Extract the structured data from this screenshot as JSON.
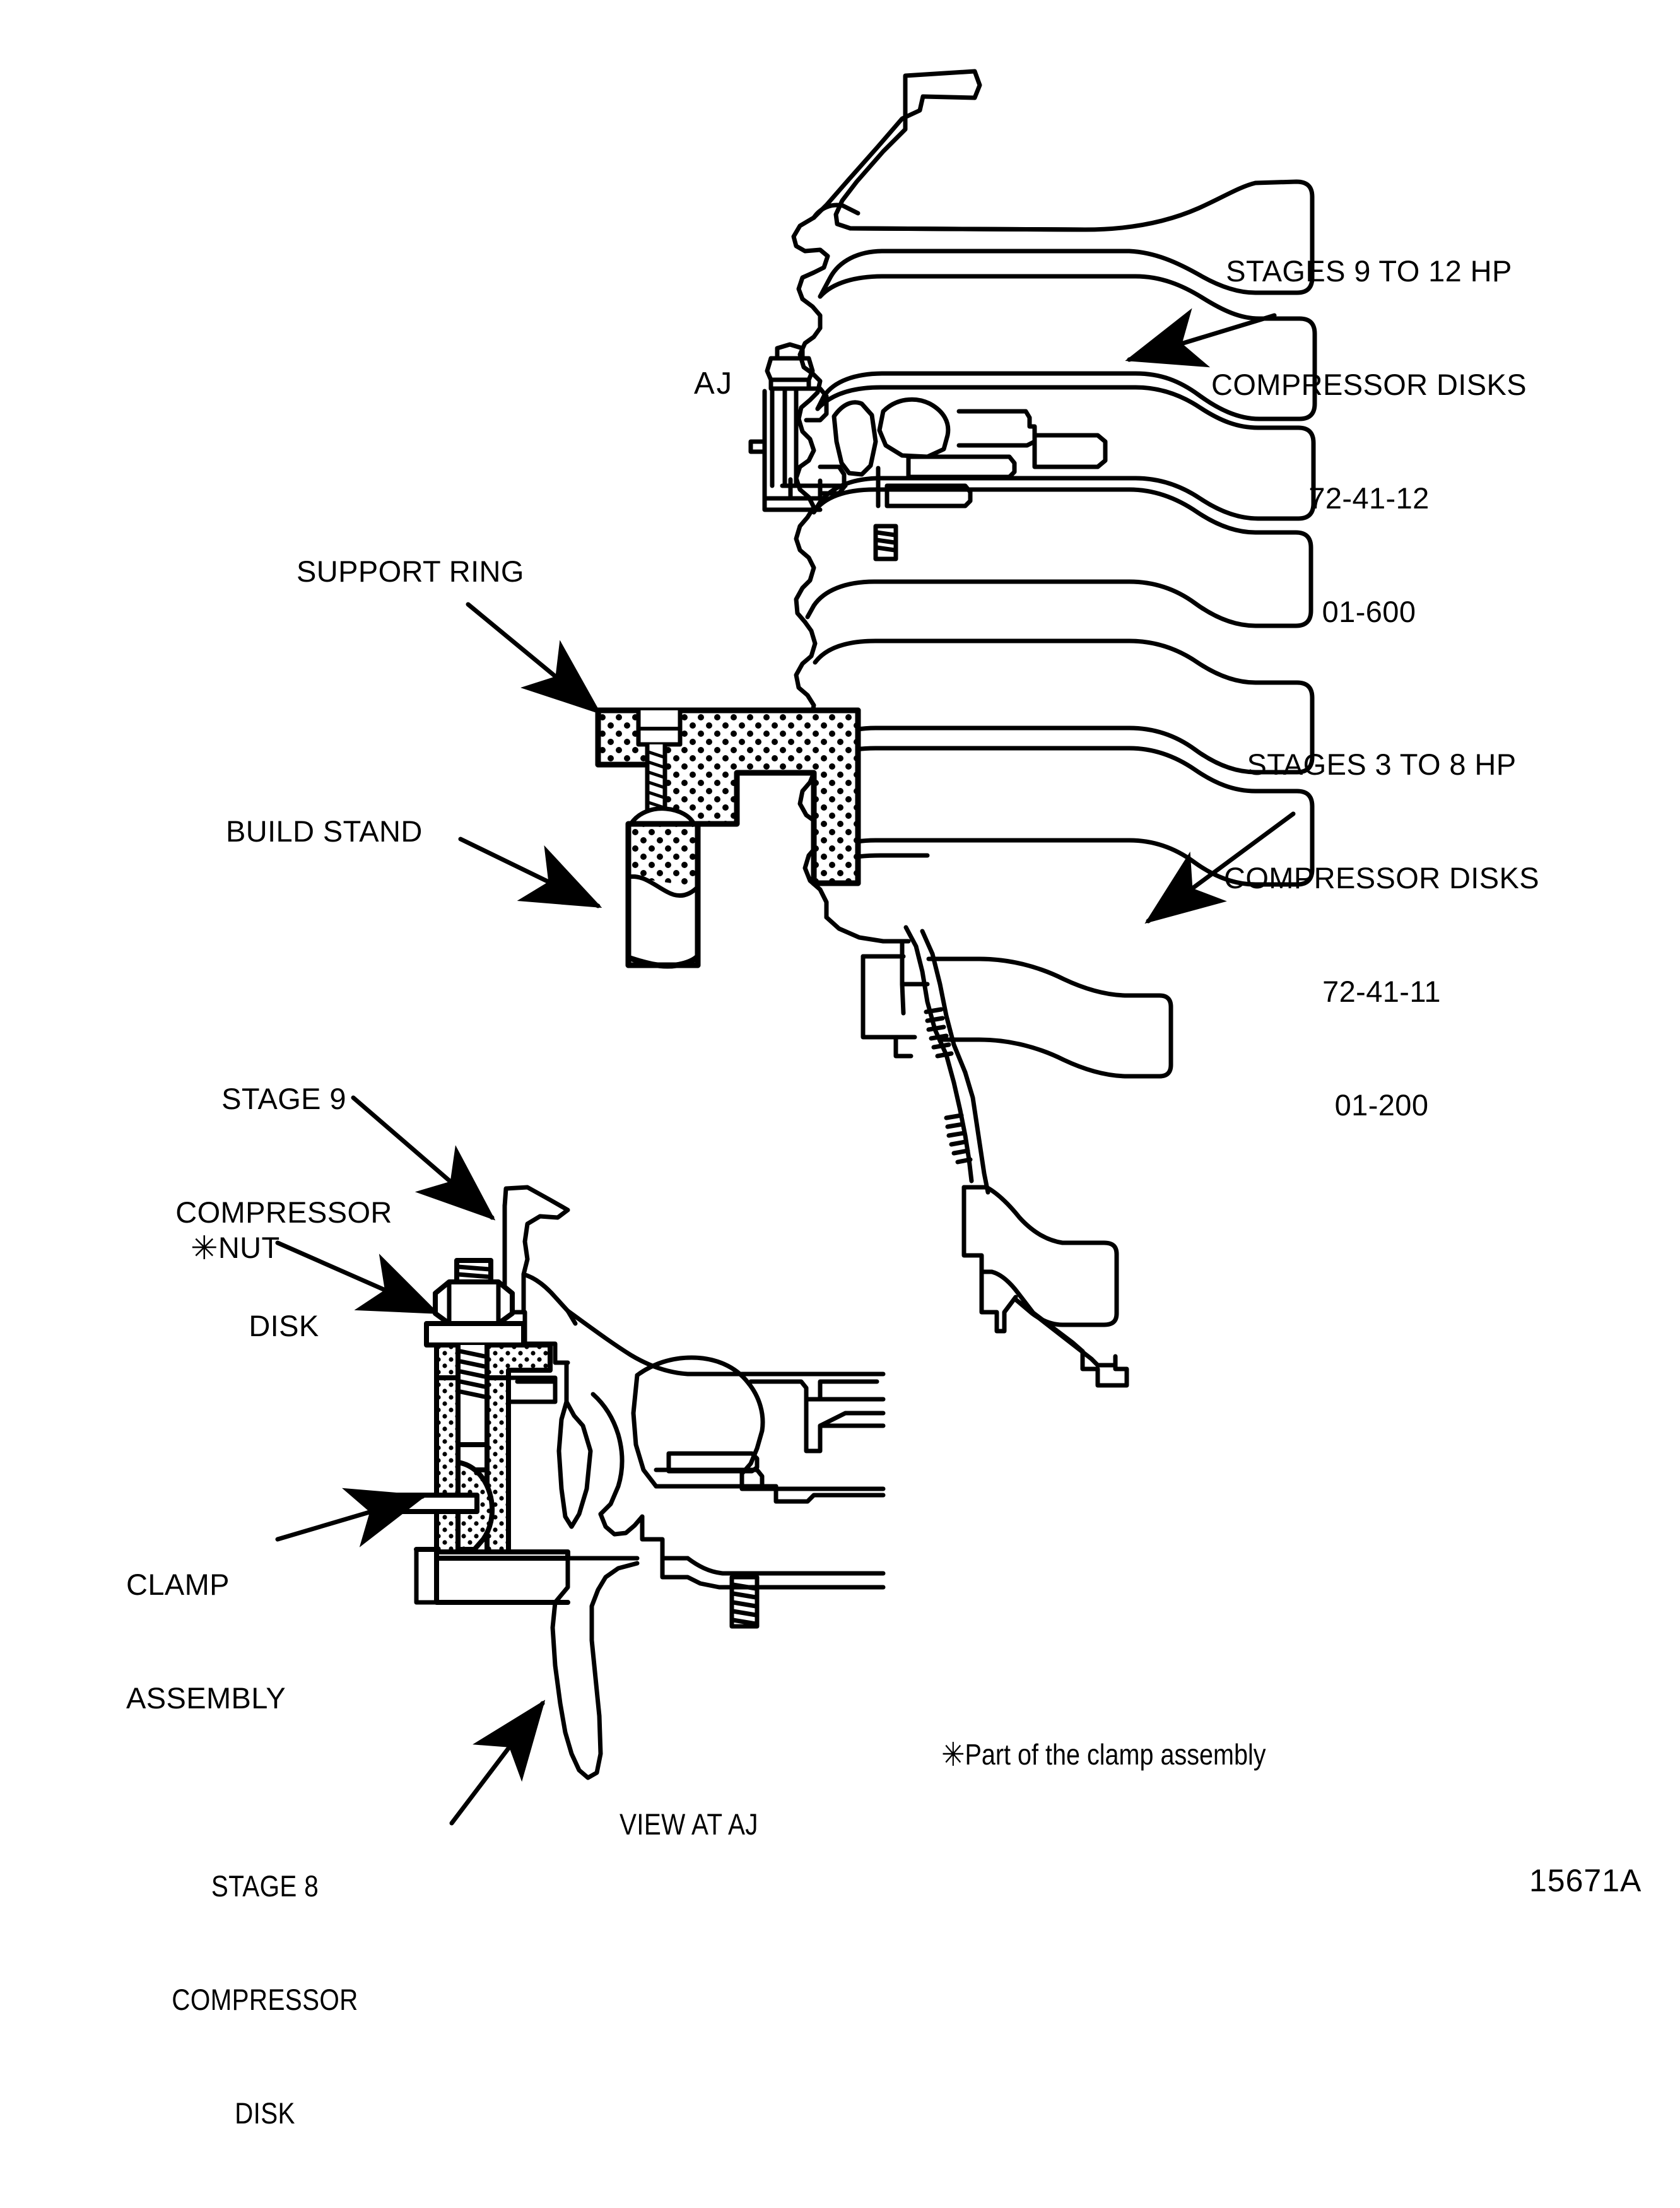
{
  "sheet": {
    "drawing_number": "15671A",
    "background_color": "#ffffff",
    "line_color": "#000000"
  },
  "callouts": {
    "stages_9_12": {
      "line1": "STAGES 9 TO 12 HP",
      "line2": "COMPRESSOR DISKS",
      "line3": "72-41-12",
      "line4": "01-600"
    },
    "stages_3_8": {
      "line1": "STAGES 3 TO 8 HP",
      "line2": "COMPRESSOR DISKS",
      "line3": "72-41-11",
      "line4": "01-200"
    },
    "support_ring": "SUPPORT RING",
    "build_stand": "BUILD STAND",
    "view_marker": "AJ",
    "stage9_disk": {
      "line1": "STAGE 9",
      "line2": "COMPRESSOR",
      "line3": "DISK"
    },
    "nut": {
      "star": "✳",
      "label": "NUT"
    },
    "clamp_assembly": {
      "line1": "CLAMP",
      "line2": "ASSEMBLY"
    },
    "stage8_disk": {
      "line1": "STAGE 8",
      "line2": "COMPRESSOR",
      "line3": "DISK"
    },
    "view_at_aj": "VIEW AT AJ",
    "footnote": {
      "star": "✳",
      "text": "Part of the clamp assembly"
    }
  },
  "icons": {
    "leader_arrow": "arrow-head-icon",
    "asterisk_marker": "six-point-star-icon"
  }
}
